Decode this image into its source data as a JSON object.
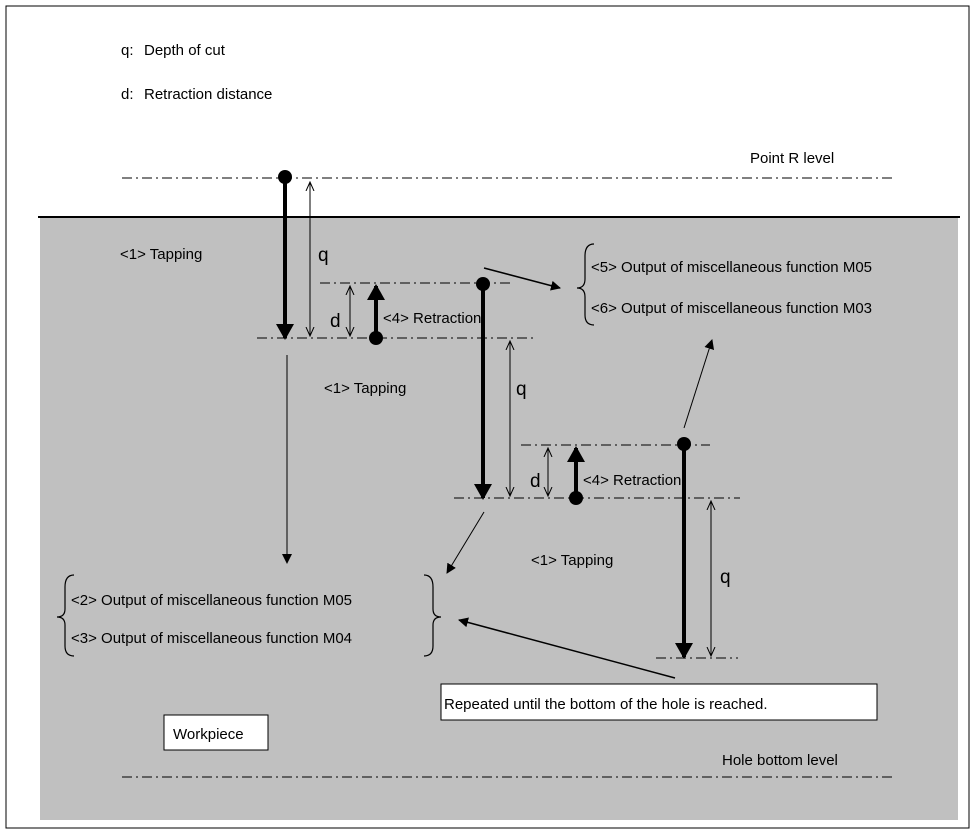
{
  "legend": {
    "q_key": "q:",
    "q_text": "Depth of cut",
    "d_key": "d:",
    "d_text": "Retraction distance"
  },
  "levels": {
    "point_r": "Point R level",
    "hole_bottom": "Hole bottom level"
  },
  "steps": {
    "tapping_1": "<1> Tapping",
    "tapping_2": "<1> Tapping",
    "tapping_3": "<1> Tapping",
    "retraction_1": "<4> Retraction",
    "retraction_2": "<4> Retraction",
    "m05_top": "<5> Output of miscellaneous function M05",
    "m03_top": "<6> Output of miscellaneous function M03",
    "m05_bottom": "<2> Output of miscellaneous function M05",
    "m04_bottom": "<3> Output of miscellaneous function M04"
  },
  "dimensions": {
    "q1": "q",
    "q2": "q",
    "q3": "q",
    "d1": "d",
    "d2": "d"
  },
  "notes": {
    "repeat": "Repeated until the bottom of the hole is reached.",
    "workpiece": "Workpiece"
  },
  "colors": {
    "workpiece_fill": "#c0c0c0",
    "line": "#000000",
    "background": "#ffffff"
  }
}
